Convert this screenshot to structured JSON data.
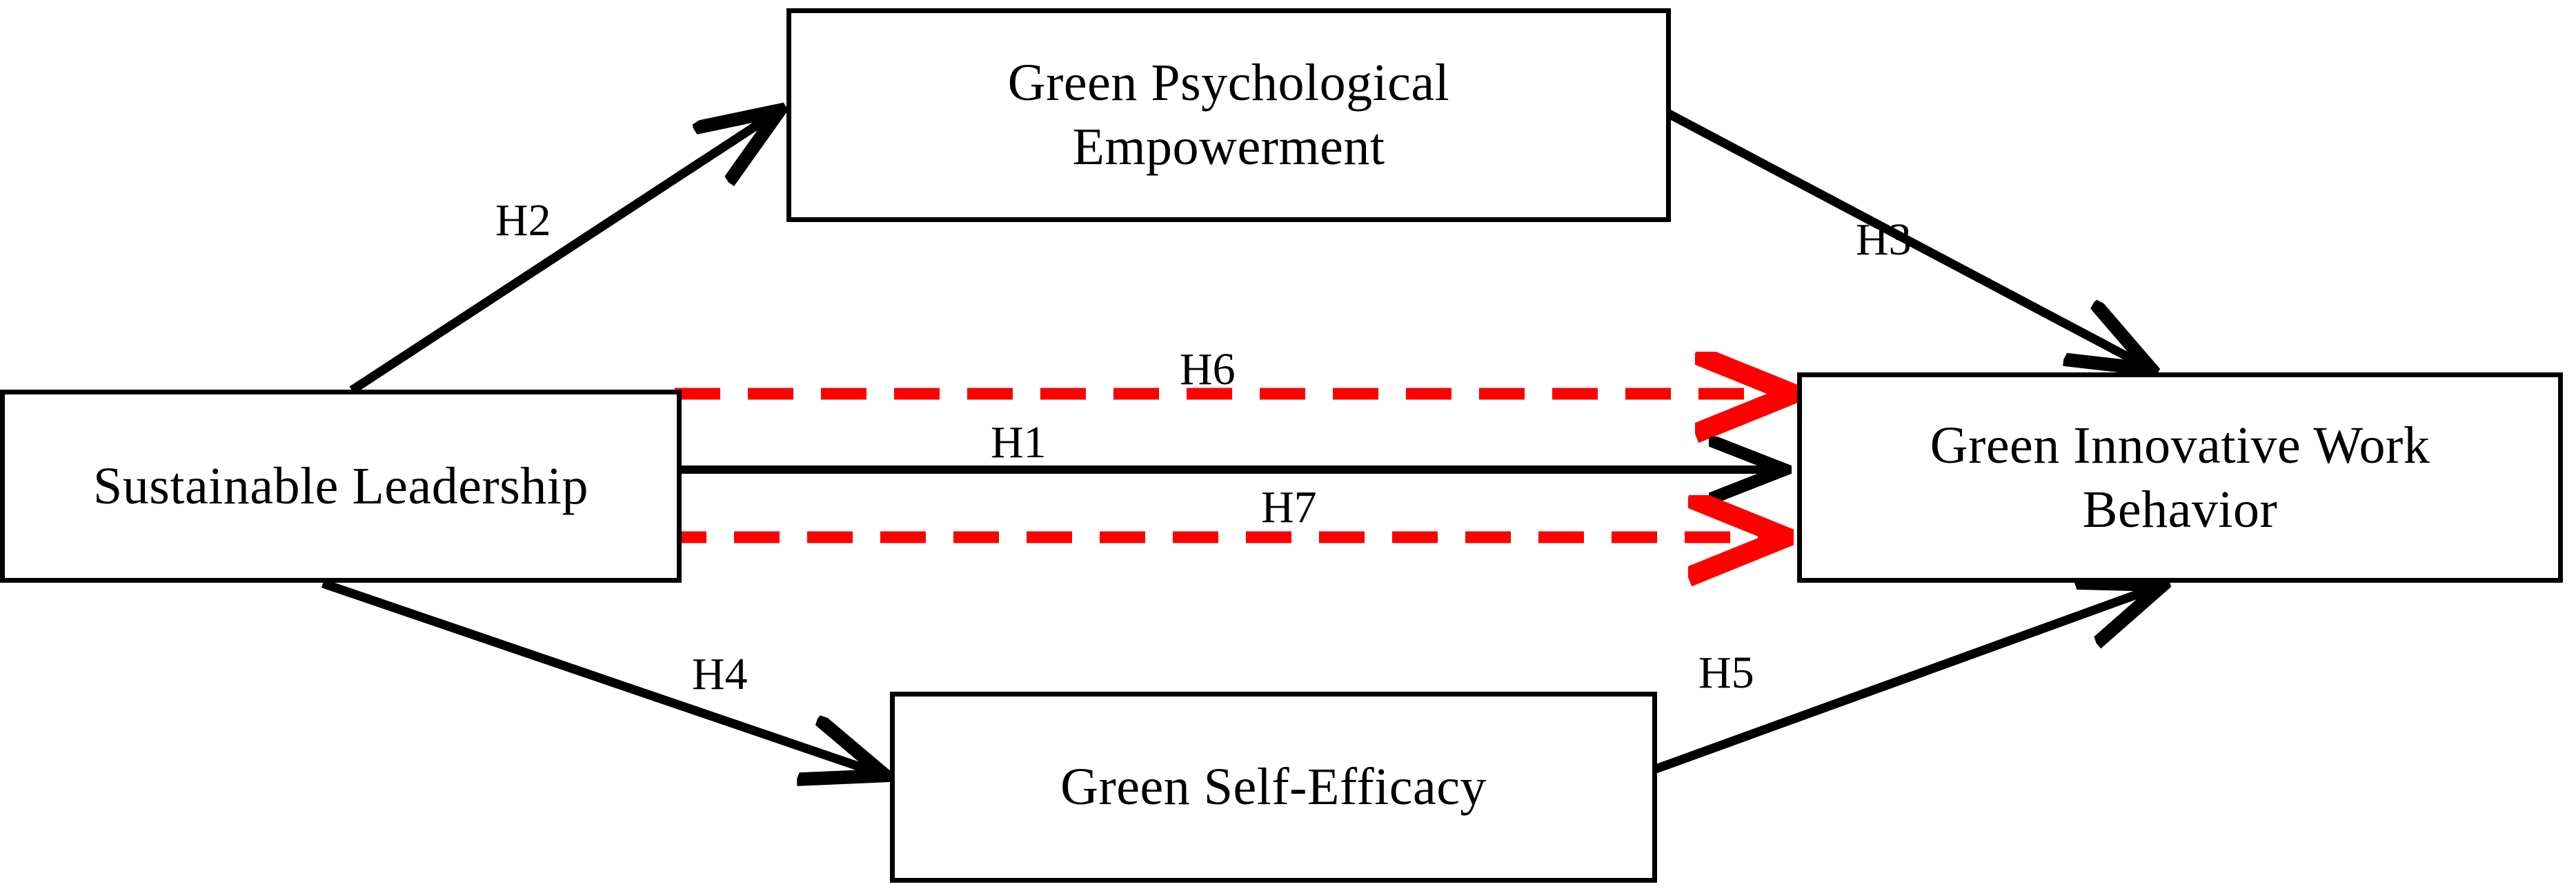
{
  "diagram": {
    "title": "Conceptual research model",
    "background_color": "#FFFFFF",
    "solid_edge_color": "#000000",
    "dashed_edge_color": "#FF0000"
  },
  "nodes": [
    {
      "id": "sustainable-leadership",
      "label": "Sustainable Leadership",
      "position": "left-middle"
    },
    {
      "id": "green-psychological-empowerment",
      "label": "Green Psychological\nEmpowerment",
      "position": "top-center"
    },
    {
      "id": "green-innovative-work-behavior",
      "label": "Green Innovative Work\nBehavior",
      "position": "right-middle"
    },
    {
      "id": "green-self-efficacy",
      "label": "Green Self-Efficacy",
      "position": "bottom-center"
    }
  ],
  "edges": [
    {
      "id": "h2",
      "label": "H2",
      "from": "sustainable-leadership",
      "to": "green-psychological-empowerment",
      "style": "solid",
      "color": "#000000"
    },
    {
      "id": "h3",
      "label": "H3",
      "from": "green-psychological-empowerment",
      "to": "green-innovative-work-behavior",
      "style": "solid",
      "color": "#000000"
    },
    {
      "id": "h6",
      "label": "H6",
      "from": "sustainable-leadership",
      "to": "green-innovative-work-behavior",
      "style": "dashed",
      "color": "#FF0000"
    },
    {
      "id": "h1",
      "label": "H1",
      "from": "sustainable-leadership",
      "to": "green-innovative-work-behavior",
      "style": "solid",
      "color": "#000000"
    },
    {
      "id": "h7",
      "label": "H7",
      "from": "sustainable-leadership",
      "to": "green-innovative-work-behavior",
      "style": "dashed",
      "color": "#FF0000"
    },
    {
      "id": "h4",
      "label": "H4",
      "from": "sustainable-leadership",
      "to": "green-self-efficacy",
      "style": "solid",
      "color": "#000000"
    },
    {
      "id": "h5",
      "label": "H5",
      "from": "green-self-efficacy",
      "to": "green-innovative-work-behavior",
      "style": "solid",
      "color": "#000000"
    }
  ]
}
